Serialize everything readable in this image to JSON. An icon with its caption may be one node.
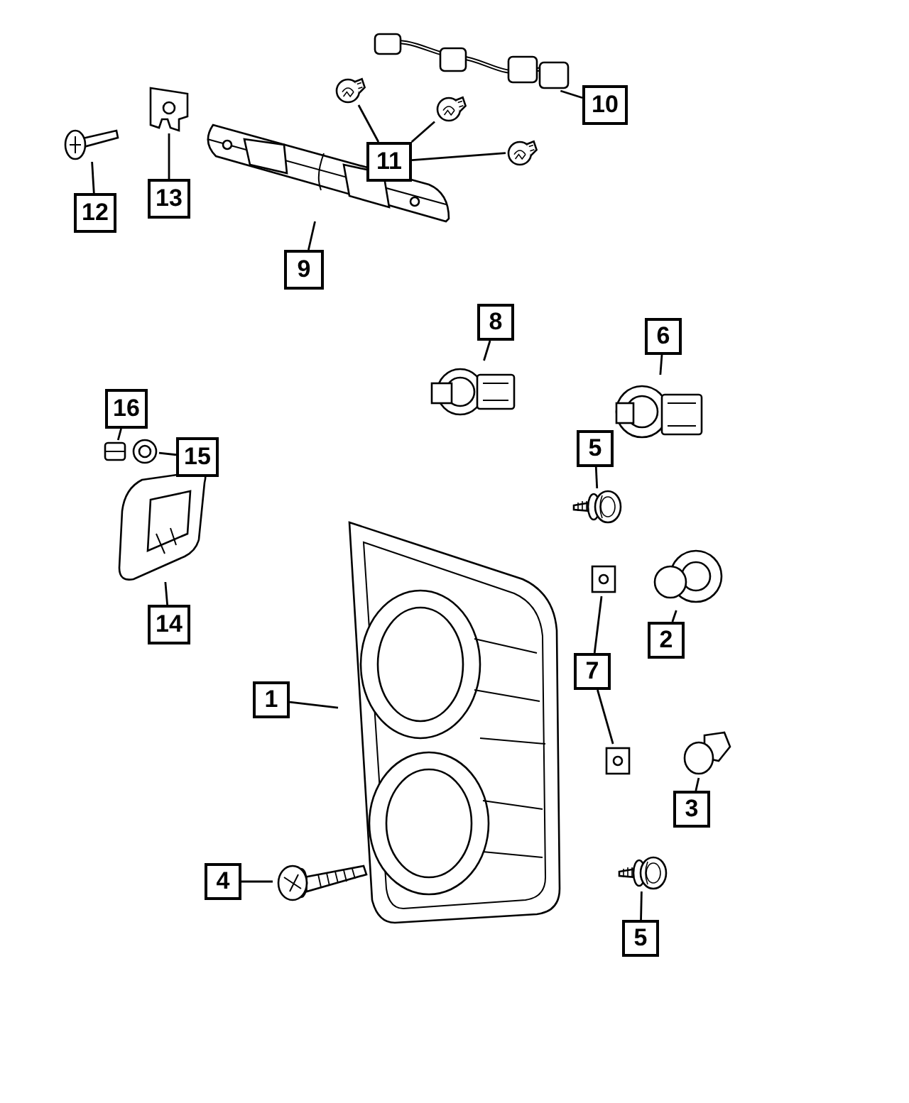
{
  "diagram": {
    "nodes": [
      {
        "text": [],
        "shape": "picture"
      },
      {
        "text": [],
        "shape": "picture"
      },
      {
        "text": [],
        "shape": "picture"
      },
      {
        "text": [],
        "shape": "picture"
      },
      {
        "text": [
          "10"
        ]
      },
      {
        "text": [
          "11"
        ]
      },
      {
        "text": [],
        "shape": "picture"
      },
      {
        "text": [],
        "shape": "picture"
      },
      {
        "text": [],
        "shape": "picture"
      },
      {
        "text": [
          "12"
        ]
      },
      {
        "text": [
          "13"
        ]
      },
      {
        "text": [
          "9"
        ]
      },
      {
        "text": [
          "8"
        ]
      },
      {
        "text": [],
        "shape": "picture"
      },
      {
        "text": [
          "6"
        ]
      },
      {
        "text": [],
        "shape": "picture"
      },
      {
        "text": [
          "16"
        ]
      },
      {
        "text": [],
        "shape": "picture"
      },
      {
        "text": [],
        "shape": "picture"
      },
      {
        "text": [
          "15"
        ]
      },
      {
        "text": [
          "5"
        ]
      },
      {
        "text": [],
        "shape": "picture"
      },
      {
        "text": [],
        "shape": "picture"
      },
      {
        "text": [
          "14"
        ]
      },
      {
        "text": [],
        "shape": "picture"
      },
      {
        "text": [],
        "shape": "picture"
      },
      {
        "text": [],
        "shape": "picture"
      },
      {
        "text": [
          "2"
        ]
      },
      {
        "text": [
          "1"
        ]
      },
      {
        "text": [
          "7"
        ]
      },
      {
        "text": [],
        "shape": "picture"
      },
      {
        "text": [],
        "shape": "picture"
      },
      {
        "text": [
          "3"
        ]
      },
      {
        "text": [],
        "shape": "picture"
      },
      {
        "text": [
          "4"
        ]
      },
      {
        "text": [],
        "shape": "picture"
      },
      {
        "text": [
          "5"
        ]
      }
    ],
    "edges": [
      {
        "from": 4,
        "to": 0,
        "arrow": "none"
      },
      {
        "from": 5,
        "to": 1,
        "arrow": "none"
      },
      {
        "from": 5,
        "to": 2,
        "arrow": "none"
      },
      {
        "from": 5,
        "to": 3,
        "arrow": "none"
      },
      {
        "from": 9,
        "to": 6,
        "arrow": "none"
      },
      {
        "from": 10,
        "to": 7,
        "arrow": "none"
      },
      {
        "from": 11,
        "to": 8,
        "arrow": "none"
      },
      {
        "from": 12,
        "to": 13,
        "arrow": "none"
      },
      {
        "from": 14,
        "to": 15,
        "arrow": "none"
      },
      {
        "from": 16,
        "to": 17,
        "arrow": "none"
      },
      {
        "from": 19,
        "to": 18,
        "arrow": "none"
      },
      {
        "from": 20,
        "to": 21,
        "arrow": "none"
      },
      {
        "from": 23,
        "to": 22,
        "arrow": "none"
      },
      {
        "from": 28,
        "to": 24,
        "arrow": "none"
      },
      {
        "from": 29,
        "to": 25,
        "arrow": "none"
      },
      {
        "from": 27,
        "to": 26,
        "arrow": "none"
      },
      {
        "from": 29,
        "to": 30,
        "arrow": "none"
      },
      {
        "from": 32,
        "to": 31,
        "arrow": "none"
      },
      {
        "from": 34,
        "to": 33,
        "arrow": "none"
      },
      {
        "from": 36,
        "to": 35,
        "arrow": "none"
      }
    ]
  }
}
